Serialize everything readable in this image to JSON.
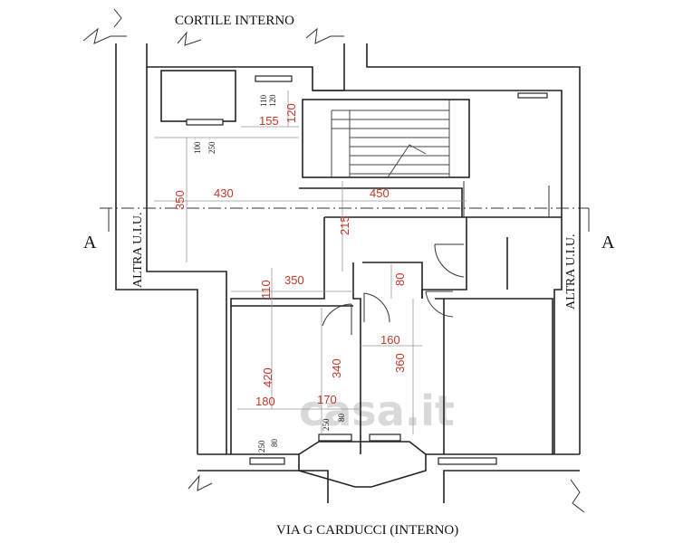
{
  "labels": {
    "courtyard": "CORTILE INTERNO",
    "street": "VIA G CARDUCCI (INTERNO)",
    "other_unit_left": "ALTRA U.I.U.",
    "other_unit_right": "ALTRA U.I.U.",
    "section_left": "A",
    "section_right": "A",
    "watermark": "casa.it"
  },
  "dimensions": {
    "d155": "155",
    "d120": "120",
    "d350_vertical": "350",
    "d430": "430",
    "d450": "450",
    "d215": "215",
    "d110": "110",
    "d350_horizontal": "350",
    "d80": "80",
    "d160": "160",
    "d340": "340",
    "d360": "360",
    "d420": "420",
    "d180": "180",
    "d170": "170"
  },
  "window_labels": {
    "top_small_a": "110",
    "top_small_b": "120",
    "left_small_a": "100",
    "left_small_b": "250",
    "bottom_a_1": "250",
    "bottom_a_2": "80",
    "bottom_b_1": "250",
    "bottom_b_2": "80"
  }
}
